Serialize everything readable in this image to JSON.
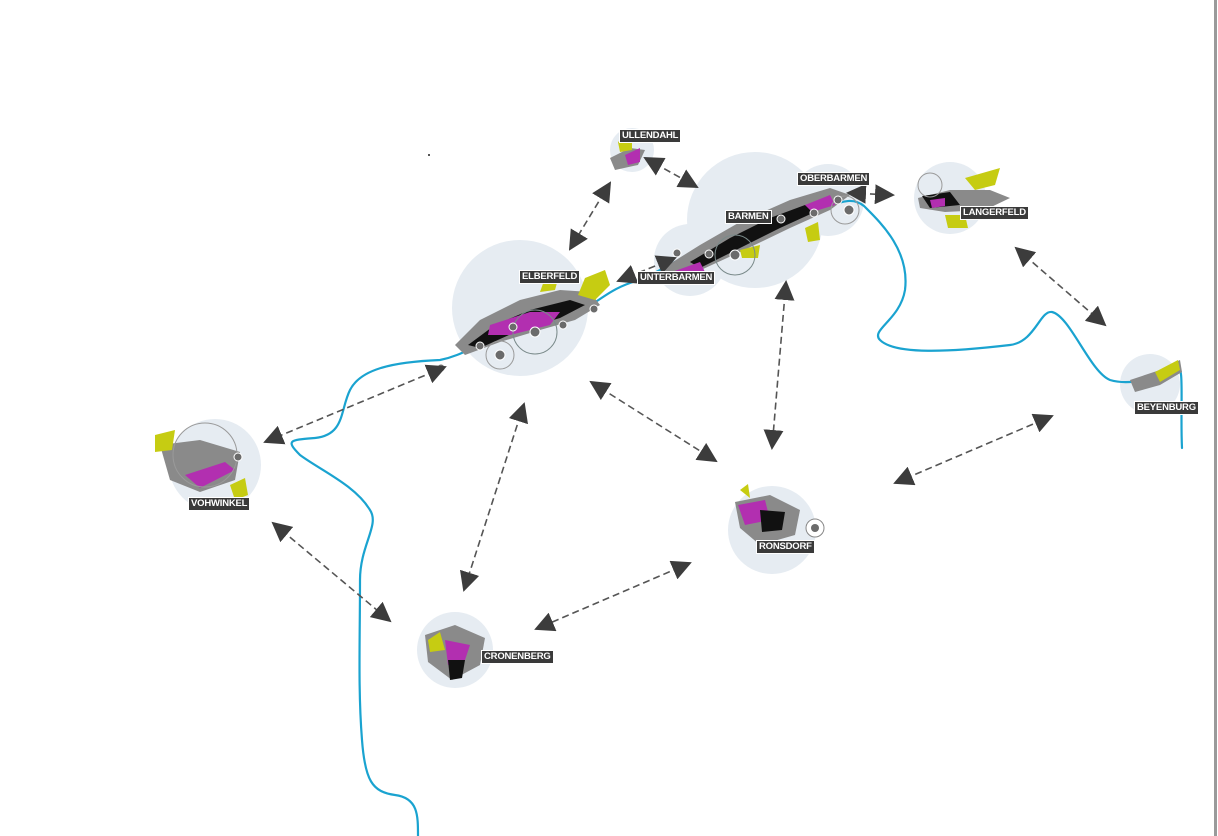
{
  "title": "Wuppertal district network diagram",
  "colors": {
    "river": "#1aa3d0",
    "halo": "#e6ecf2",
    "residential": "#8a8a8a",
    "dense": "#111111",
    "commercial": "#b22fb0",
    "green": "#c6cc12",
    "yellow": "#f2e600",
    "label_bg": "#3a3a3a",
    "arrow": "#444444"
  },
  "districts": [
    {
      "id": "ullendahl",
      "name": "ULLENDAHL"
    },
    {
      "id": "oberbarmen",
      "name": "OBERBARMEN"
    },
    {
      "id": "barmen",
      "name": "BARMEN"
    },
    {
      "id": "langerfeld",
      "name": "LANGERFELD"
    },
    {
      "id": "elberfeld",
      "name": "ELBERFELD"
    },
    {
      "id": "unterbarmen",
      "name": "UNTERBARMEN"
    },
    {
      "id": "beyenburg",
      "name": "BEYENBURG"
    },
    {
      "id": "vohwinkel",
      "name": "VOHWINKEL"
    },
    {
      "id": "ronsdorf",
      "name": "RONSDORF"
    },
    {
      "id": "cronenberg",
      "name": "CRONENBERG"
    }
  ],
  "connections": [
    {
      "from": "ullendahl",
      "to": "elberfeld"
    },
    {
      "from": "ullendahl",
      "to": "barmen"
    },
    {
      "from": "oberbarmen",
      "to": "langerfeld"
    },
    {
      "from": "elberfeld",
      "to": "unterbarmen"
    },
    {
      "from": "elberfeld",
      "to": "vohwinkel"
    },
    {
      "from": "elberfeld",
      "to": "cronenberg"
    },
    {
      "from": "elberfeld",
      "to": "ronsdorf"
    },
    {
      "from": "barmen",
      "to": "ronsdorf"
    },
    {
      "from": "langerfeld",
      "to": "beyenburg"
    },
    {
      "from": "ronsdorf",
      "to": "beyenburg"
    },
    {
      "from": "ronsdorf",
      "to": "cronenberg"
    },
    {
      "from": "vohwinkel",
      "to": "cronenberg"
    }
  ]
}
